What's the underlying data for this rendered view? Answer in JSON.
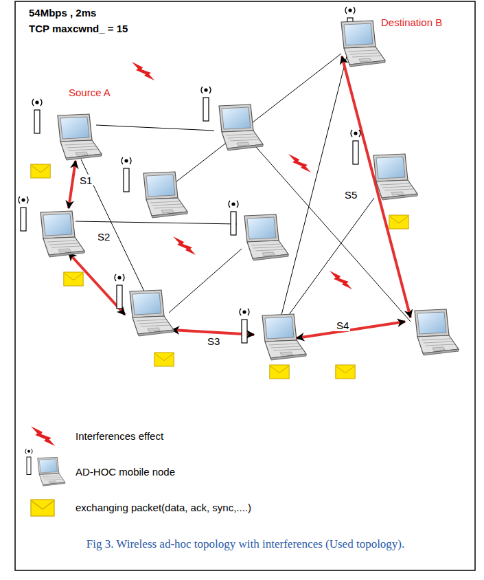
{
  "diagram": {
    "caption": "Fig 3. Wireless ad-hoc topology with interferences (Used topology).",
    "nodes": [
      {
        "text": [
          "Source A"
        ]
      },
      {
        "text": [
          "Destination B"
        ]
      }
    ],
    "labels": [
      "54Mbps , 2ms",
      "TCP maxcwnd_ = 15",
      "S1",
      "S2",
      "S3",
      "S4",
      "S5"
    ],
    "legend": [
      {
        "text": "Interferences effect"
      },
      {
        "text": "AD-HOC mobile node"
      },
      {
        "text": "exchanging packet(data, ack, sync,....)"
      }
    ]
  }
}
